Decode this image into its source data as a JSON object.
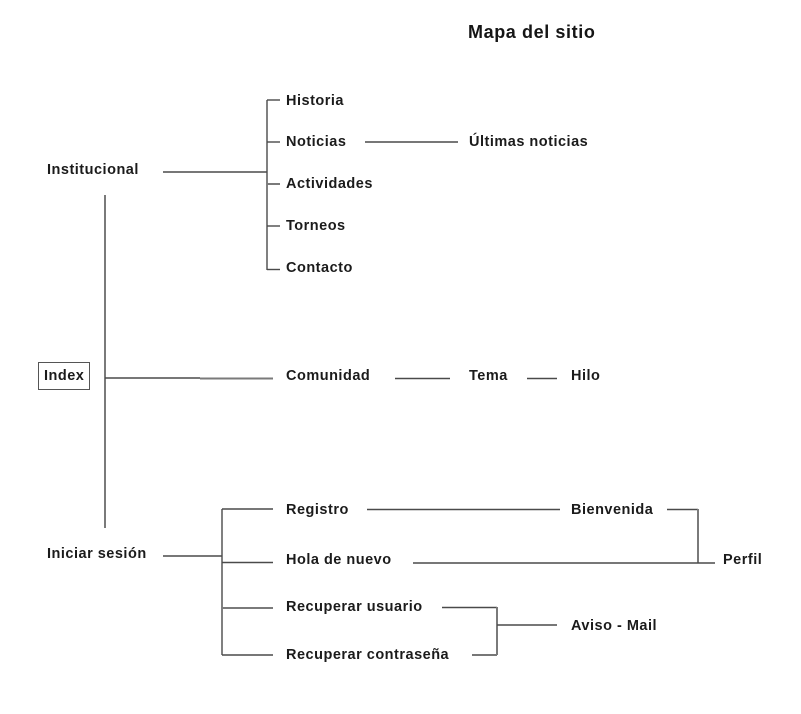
{
  "title": "Mapa del sitio",
  "nodes": {
    "index": "Index",
    "institucional": "Institucional",
    "historia": "Historia",
    "noticias": "Noticias",
    "ultimas_noticias": "Últimas noticias",
    "actividades": "Actividades",
    "torneos": "Torneos",
    "contacto": "Contacto",
    "comunidad": "Comunidad",
    "tema": "Tema",
    "hilo": "Hilo",
    "iniciar_sesion": "Iniciar sesión",
    "registro": "Registro",
    "bienvenida": "Bienvenida",
    "hola_de_nuevo": "Hola de nuevo",
    "perfil": "Perfil",
    "recuperar_usuario": "Recuperar usuario",
    "recuperar_contrasena": "Recuperar contraseña",
    "aviso_mail": "Aviso - Mail"
  },
  "edges": [
    [
      "index",
      "institucional"
    ],
    [
      "index",
      "comunidad"
    ],
    [
      "index",
      "iniciar_sesion"
    ],
    [
      "institucional",
      "historia"
    ],
    [
      "institucional",
      "noticias"
    ],
    [
      "institucional",
      "actividades"
    ],
    [
      "institucional",
      "torneos"
    ],
    [
      "institucional",
      "contacto"
    ],
    [
      "noticias",
      "ultimas_noticias"
    ],
    [
      "comunidad",
      "tema"
    ],
    [
      "tema",
      "hilo"
    ],
    [
      "iniciar_sesion",
      "registro"
    ],
    [
      "iniciar_sesion",
      "hola_de_nuevo"
    ],
    [
      "iniciar_sesion",
      "recuperar_usuario"
    ],
    [
      "iniciar_sesion",
      "recuperar_contrasena"
    ],
    [
      "registro",
      "bienvenida"
    ],
    [
      "bienvenida",
      "perfil"
    ],
    [
      "hola_de_nuevo",
      "perfil"
    ],
    [
      "recuperar_usuario",
      "aviso_mail"
    ],
    [
      "recuperar_contrasena",
      "aviso_mail"
    ]
  ]
}
